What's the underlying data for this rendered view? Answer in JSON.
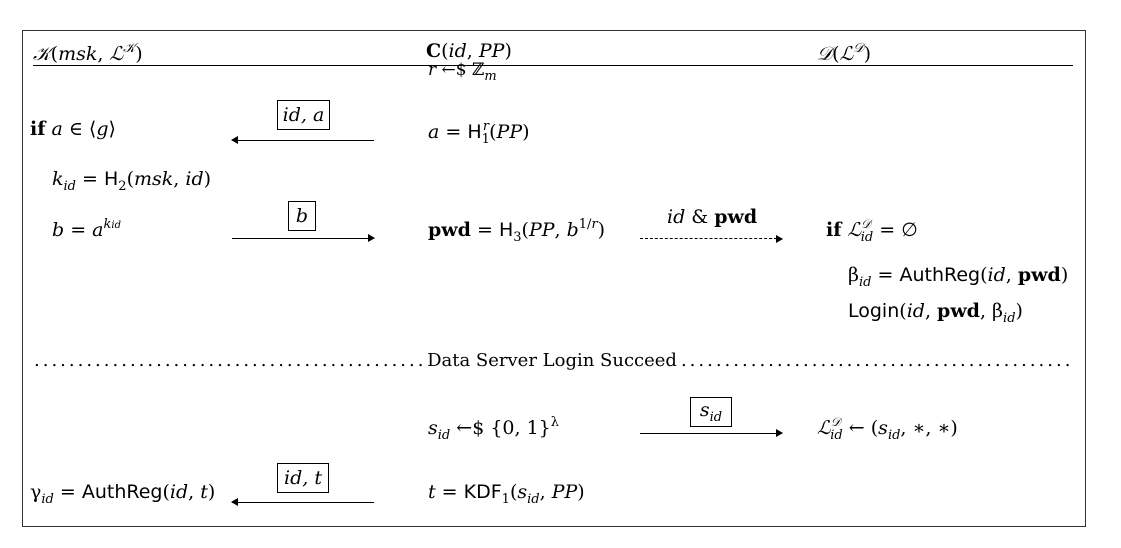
{
  "parties": {
    "k": "𝒦(msk, ℒ𝒦)",
    "c": "C(id, PP)",
    "d": "𝒟(ℒ𝒟)"
  },
  "steps": {
    "r_sample": "r ←$ ℤm",
    "if_a": "if a ∈ ⟨g⟩",
    "msg1": "id, a",
    "a_eq": "a = H1r(PP)",
    "k_id": "kid = H2(msk, id)",
    "b_eq": "b = akid",
    "msg2": "b",
    "pwd": "pwd = H3(PP, b1/r)",
    "msg3": "id & pwd",
    "if_L": "if ℒid𝒟 = ∅",
    "beta": "βid = AuthReg(id, pwd)",
    "login": "Login(id, pwd, βid)",
    "separator": "Data Server Login Succeed",
    "s_id": "sid ←$ {0,1}λ",
    "msg4": "sid",
    "L_update": "ℒid𝒟 ← (sid, ∗, ∗)",
    "gamma": "γid = AuthReg(id, t)",
    "msg5": "id, t",
    "t_eq": "t = KDF1(sid, PP)"
  }
}
